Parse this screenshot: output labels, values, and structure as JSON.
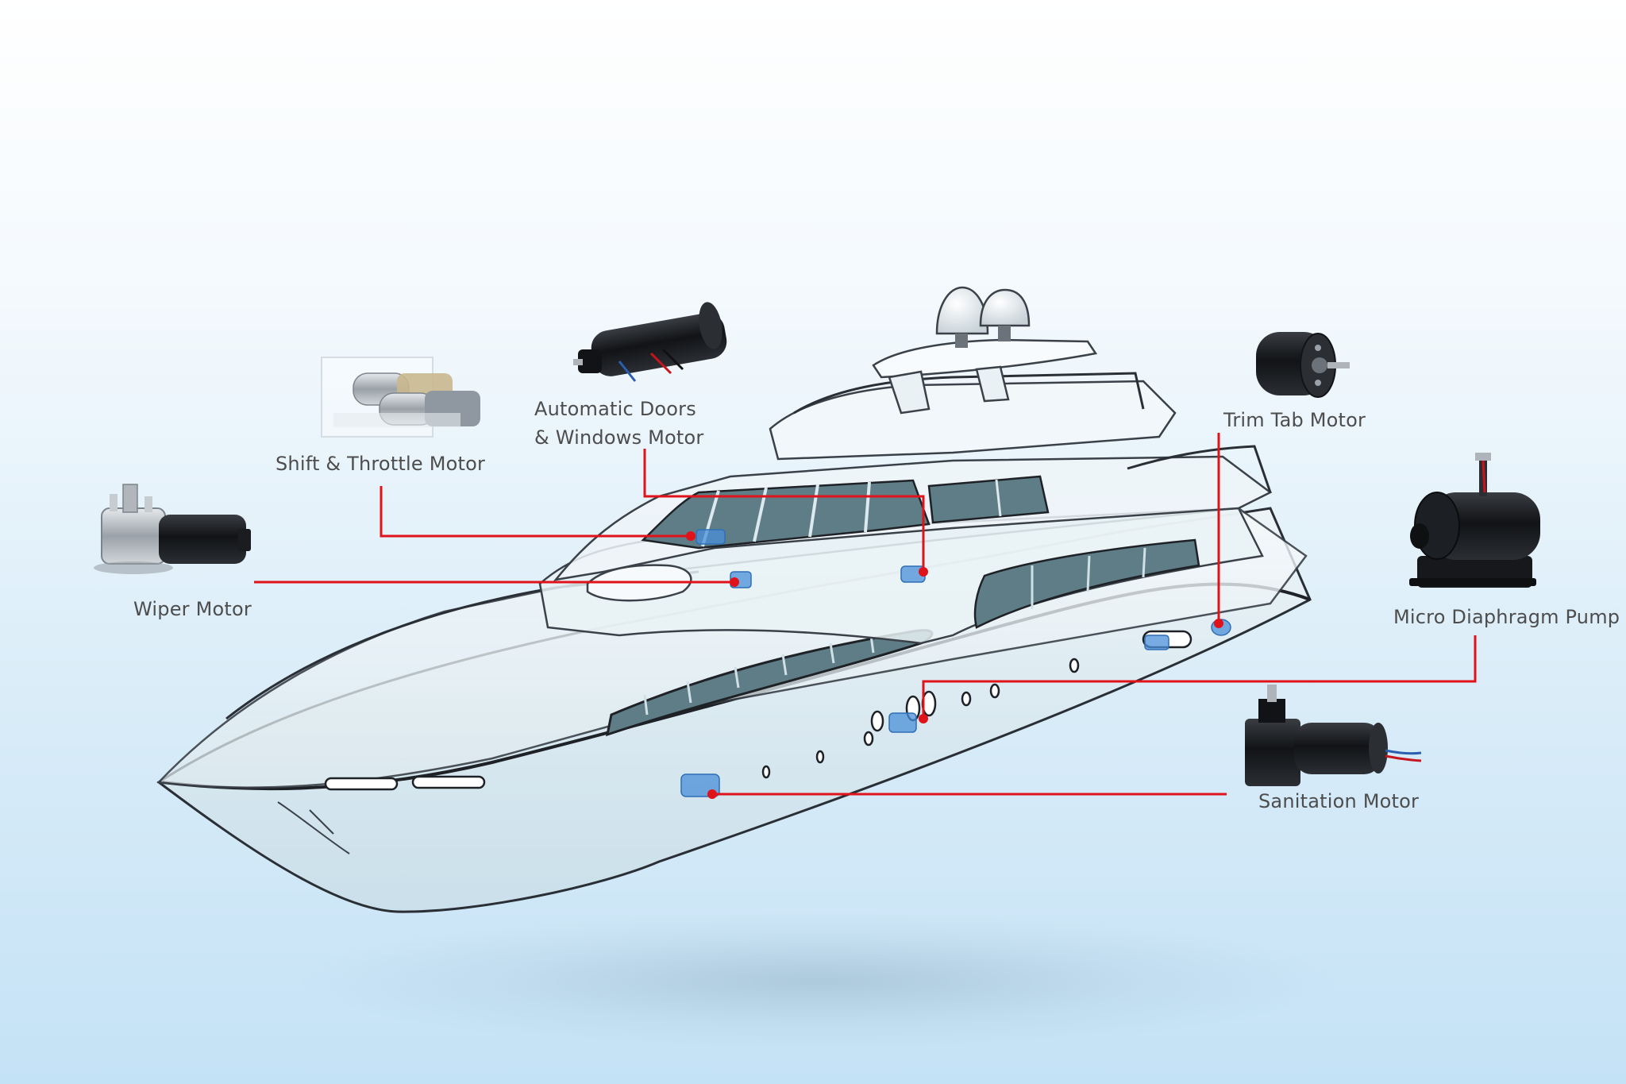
{
  "labels": {
    "shift_throttle": "Shift & Throttle Motor",
    "auto_doors_line1": "Automatic Doors",
    "auto_doors_line2": "& Windows Motor",
    "trim_tab": "Trim Tab Motor",
    "wiper": "Wiper Motor",
    "micro_pump": "Micro Diaphragm Pump",
    "sanitation": "Sanitation Motor"
  },
  "colors": {
    "callout_line": "#e0121a",
    "component_marker": "#4a8fd8",
    "label_text": "#4d4d4d",
    "hull_outline": "#2a2f36",
    "glass": "#5f7d86",
    "motor_black": "#17191c",
    "motor_silver": "#b9bec4"
  },
  "icons": {
    "wiper": "wiper-motor-icon",
    "shift_throttle": "shift-throttle-motor-icon",
    "auto_doors": "door-window-motor-icon",
    "trim_tab": "trim-tab-motor-icon",
    "micro_pump": "diaphragm-pump-icon",
    "sanitation": "sanitation-motor-icon"
  }
}
